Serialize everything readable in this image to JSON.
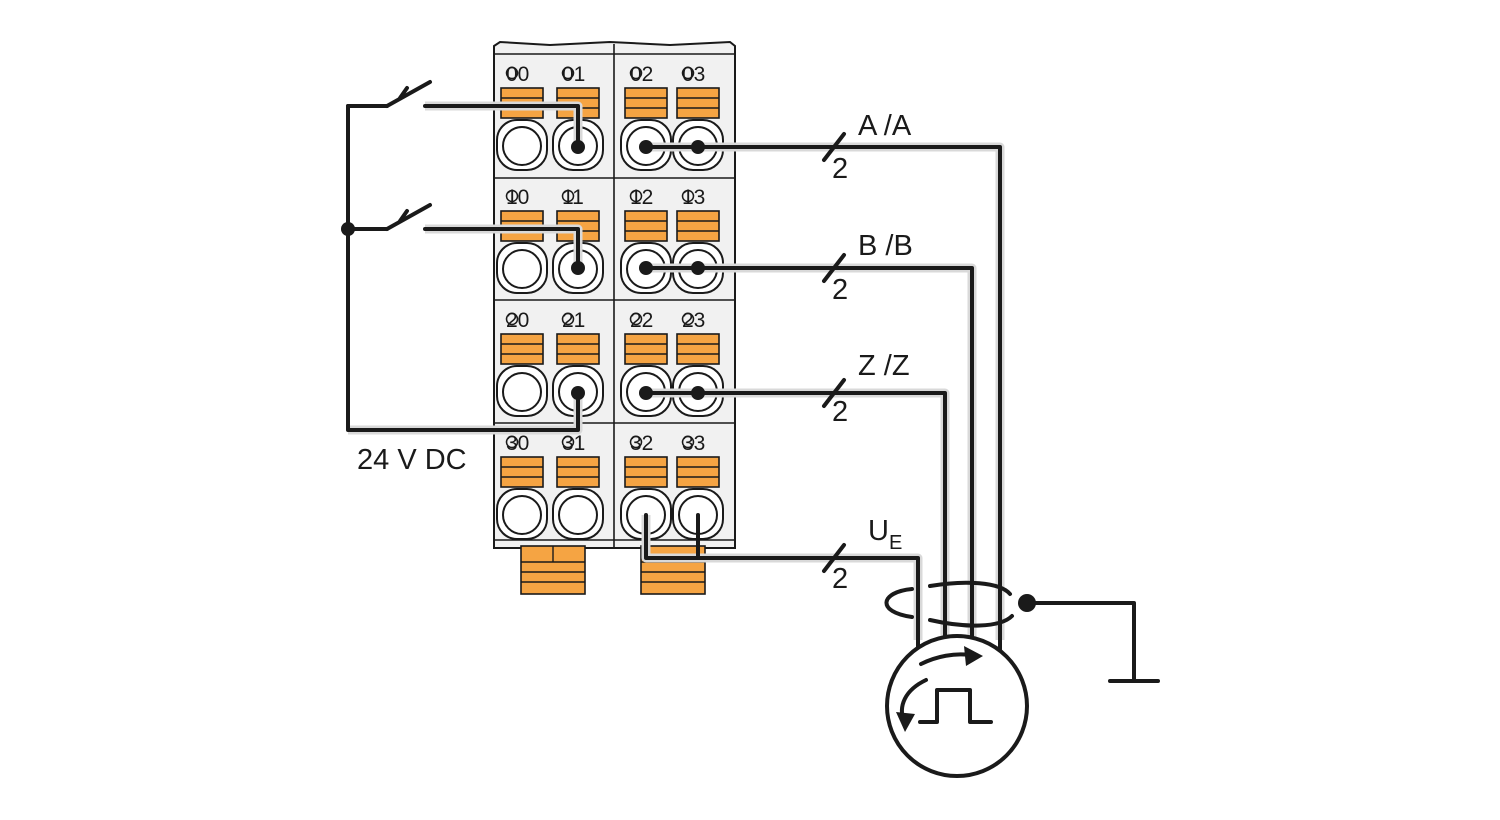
{
  "terminal_block": {
    "rows": [
      {
        "labels": [
          "00",
          "01",
          "02",
          "03"
        ]
      },
      {
        "labels": [
          "10",
          "11",
          "12",
          "13"
        ]
      },
      {
        "labels": [
          "20",
          "21",
          "22",
          "23"
        ]
      },
      {
        "labels": [
          "30",
          "31",
          "32",
          "33"
        ]
      }
    ]
  },
  "signals": {
    "a": {
      "label": "A /A",
      "count": "2"
    },
    "b": {
      "label": "B /B",
      "count": "2"
    },
    "z": {
      "label": "Z /Z",
      "count": "2"
    },
    "ue": {
      "label": "U",
      "subscript": "E",
      "count": "2"
    }
  },
  "supply": {
    "label": "24 V DC"
  },
  "colors": {
    "line": "#1a1a1a",
    "accent": "#f5a443",
    "block": "#f1f1f1"
  },
  "icons": [
    "switch-icon",
    "encoder-icon",
    "ground-icon",
    "shield-icon"
  ]
}
